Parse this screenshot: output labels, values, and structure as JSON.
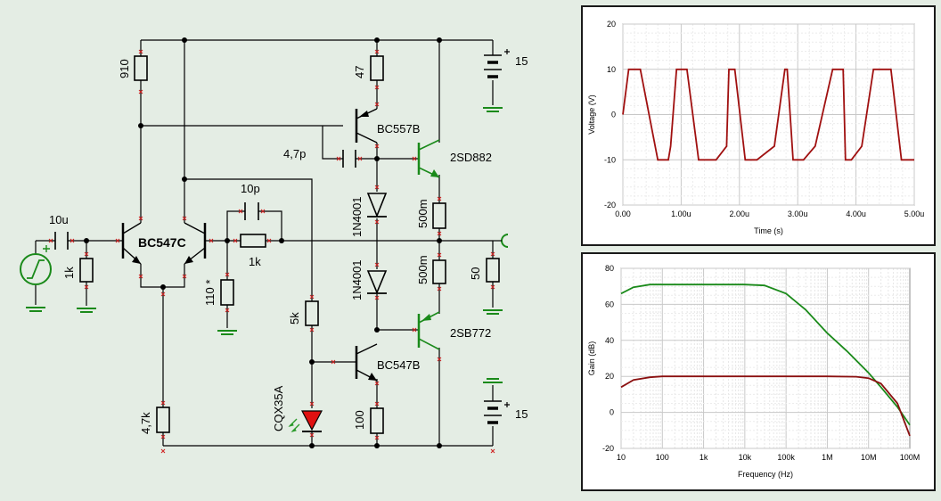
{
  "schematic": {
    "labels": {
      "r_910": "910",
      "r_47": "47",
      "q_bc557b": "BC557B",
      "c_4p7": "4,7p",
      "q_2sd882": "2SD882",
      "c_10p": "10p",
      "d1": "1N4001",
      "r_500m_top": "500m",
      "c_10u": "10u",
      "q_bc547c": "BC547C",
      "r_1k_feedback": "1k",
      "r_1k_input": "1k",
      "r_110": "110 *",
      "d2": "1N4001",
      "r_500m_bottom": "500m",
      "r_50": "50",
      "r_5k": "5k",
      "q_2sb772": "2SB772",
      "q_bc547b": "BC547B",
      "led": "CQX35A",
      "r_4k7": "4,7k",
      "r_100": "100",
      "vsup_top": "15",
      "vsup_bottom": "15"
    }
  },
  "time_plot": {
    "chart_data": {
      "type": "line",
      "xlabel": "Time (s)",
      "ylabel": "Voltage (V)",
      "xlim": [
        0,
        5.0
      ],
      "ylim": [
        -20,
        20
      ],
      "x_ticks": [
        "0.00",
        "1.00u",
        "2.00u",
        "3.00u",
        "4.00u",
        "5.00u"
      ],
      "y_ticks": [
        "20",
        "10",
        "0",
        "-10",
        "-20"
      ],
      "series": [
        {
          "color": "#a01010",
          "x": [
            0,
            0.1,
            0.3,
            0.6,
            0.78,
            0.82,
            0.92,
            1.1,
            1.3,
            1.6,
            1.78,
            1.82,
            1.92,
            2.1,
            2.3,
            2.6,
            2.78,
            2.82,
            2.92,
            3.1,
            3.3,
            3.6,
            3.78,
            3.82,
            3.92,
            4.1,
            4.3,
            4.6,
            4.78,
            4.82,
            4.92,
            5.0
          ],
          "y": [
            0,
            10,
            10,
            -10,
            -10,
            -7,
            10,
            10,
            -10,
            -10,
            -7,
            10,
            10,
            -10,
            -10,
            -7,
            10,
            10,
            -10,
            -10,
            -7,
            10,
            10,
            -10,
            -10,
            -7,
            10,
            10,
            -10,
            -10,
            -10,
            -10
          ]
        }
      ]
    }
  },
  "freq_plot": {
    "chart_data": {
      "type": "line",
      "xlabel": "Frequency (Hz)",
      "ylabel": "Gain (dB)",
      "x_scale": "log",
      "xlim": [
        10,
        100000000
      ],
      "ylim": [
        -20,
        80
      ],
      "x_ticks": [
        "10",
        "100",
        "1k",
        "10k",
        "100k",
        "1M",
        "10M",
        "100M"
      ],
      "y_ticks": [
        "80",
        "60",
        "40",
        "20",
        "0",
        "-20"
      ],
      "series": [
        {
          "color": "#1a8a1a",
          "x": [
            10,
            20,
            50,
            100,
            1000,
            10000,
            30000,
            100000,
            300000,
            1000000,
            3000000,
            10000000,
            20000000,
            50000000,
            100000000
          ],
          "y": [
            66,
            69.5,
            71,
            71,
            71,
            71,
            70.5,
            66,
            57,
            44,
            34,
            22,
            14,
            3,
            -7
          ]
        },
        {
          "color": "#8b1010",
          "x": [
            10,
            20,
            50,
            100,
            1000,
            10000,
            100000,
            1000000,
            5000000,
            10000000,
            20000000,
            50000000,
            100000000
          ],
          "y": [
            14,
            18,
            19.5,
            20,
            20,
            20,
            20,
            20,
            19.8,
            19,
            16,
            5,
            -13
          ]
        }
      ]
    }
  }
}
